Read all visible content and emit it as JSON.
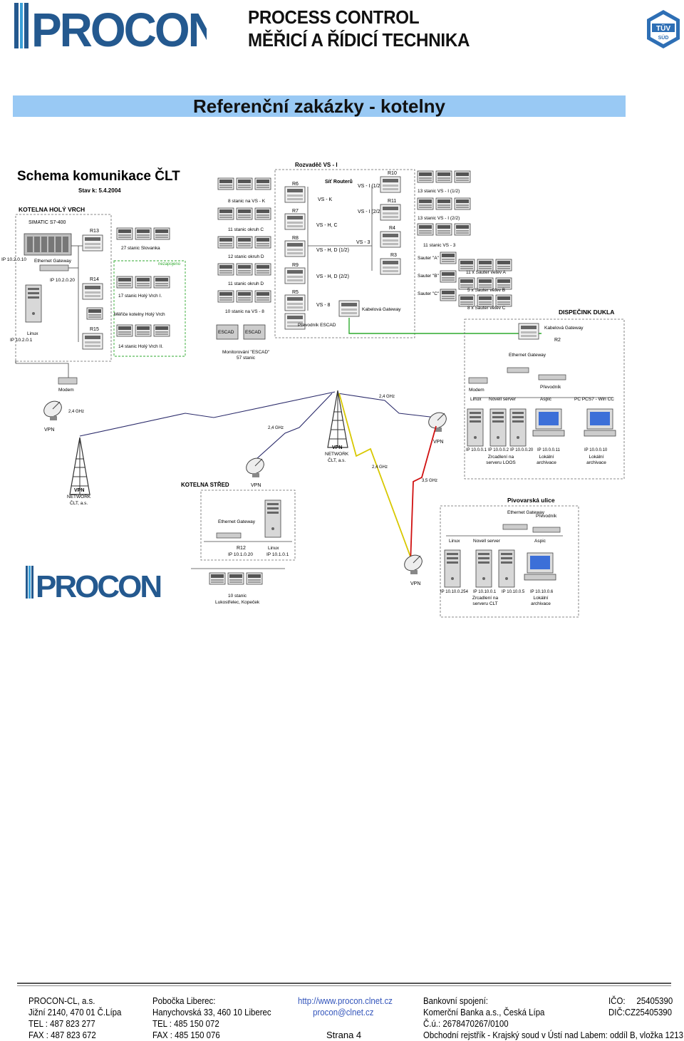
{
  "header": {
    "logo_text": "PROCON",
    "line1": "PROCESS CONTROL",
    "line2": "MĚŘICÍ A ŘÍDICÍ TECHNIKA",
    "badge": {
      "text1": "TÜV",
      "text2": "SÜD"
    }
  },
  "banner": {
    "title": "Referenční zakázky - kotelny"
  },
  "diagram": {
    "title": "Schema komunikace ČLT",
    "date": "Stav k: 5.4.2004",
    "sections": {
      "hv": "KOTELNA HOLÝ VRCH",
      "vs": "Rozvaděč VS - I",
      "dukla": "DISPEČINK DUKLA",
      "stred": "KOTELNA STŘED",
      "pivo": "Pivovarská ulice",
      "router": "Síť Routerů"
    },
    "labels": {
      "simatic": "SIMATIC S7-400",
      "eth_gw": "Ethernet Gateway",
      "ip_hv1": "IP 10.2.0.10",
      "ip_hv2": "IP 10.2.0.20",
      "linux": "Linux",
      "ip_hv_linux": "IP 10.2.0.1",
      "modem": "Modem",
      "r13": "R13",
      "r14": "R14",
      "r15": "R15",
      "s27": "27 stanic Slovanka",
      "s17": "17 stanic Holý Vrch I.",
      "mereni": "Měřiče kotelny Holý Vrch",
      "s14": "14 stanic Holý Vrch II.",
      "nezapojeno": "nezapojeno",
      "s8": "8 stanic na VS - K",
      "s11c": "11 stanic okruh C",
      "s12d": "12 stanic okruh D",
      "s11d": "11 stanic okruh D",
      "s10": "10 stanic na VS - 8",
      "escad": "ESCAD",
      "mon_escad": "Monitorování \"ESCAD\"",
      "s57": "57 stanic",
      "prevodnik_escad": "Převodník ESCAD",
      "r6": "R6",
      "r7": "R7",
      "r8": "R8",
      "r9": "R9",
      "r5": "R5",
      "r10": "R10",
      "r11": "R11",
      "r4": "R4",
      "r3": "R3",
      "vsk": "VS - K",
      "vshc": "VS - H, C",
      "vshd1": "VS - H, D (1/2)",
      "vshd2": "VS - H, D (2/2)",
      "vs8": "VS - 8",
      "vsi1": "VS - I (1/2)",
      "vsi2": "VS - I (2/2)",
      "vs3": "VS - 3",
      "kabelova": "Kabelová Gateway",
      "s13a": "13 stanic VS - I (1/2)",
      "s13b": "13 stanic VS - I (2/2)",
      "s11vs3": "11 stanic VS - 3",
      "sauter_a": "Sauter \"A\"",
      "sauter_b": "Sauter \"B\"",
      "sauter_c": "Sauter \"C\"",
      "sa11": "11 x Sauter větev A",
      "sa5": "5 x Sauter větev B",
      "sa8": "8 x Sauter větev C",
      "r2": "R2",
      "prevodnik": "Převodník",
      "novell": "Novell server",
      "aspic": "Aspic",
      "pcs7": "PC PCS7 - Win CC",
      "ip_d1": "IP 10.0.0.1",
      "ip_d2": "IP 10.0.0.2",
      "ip_d3": "IP 10.0.0.20",
      "ip_d4": "IP 10.0.0.11",
      "ip_d5": "IP 10.0.0.10",
      "zrcadleni_loos": "Zrcadlení na serveru LOOS",
      "lokalni": "Lokální archivace",
      "vpn": "VPN",
      "network": "NETWORK",
      "clt": "ČLT, a.s.",
      "ghz24": "2,4 GHz",
      "ghz35": "3,5 GHz",
      "r12": "R12",
      "ip_s1": "IP 10.1.0.20",
      "ip_s2": "IP 10.1.0.1",
      "s10luk": "10 stanic",
      "luk": "Lukostřelec, Kopeček",
      "ip_p1": "IP 10.10.0.254",
      "ip_p2": "IP 10.10.0.1",
      "ip_p3": "IP 10.10.0.5",
      "ip_p4": "IP 10.10.0.6",
      "zrcadleni_clt": "Zrcadlení na serveru CLT"
    },
    "logo_small": "PROCON"
  },
  "footer": {
    "col1": [
      "PROCON-CL, a.s.",
      "Jižní 2140, 470 01 Č.Lípa",
      "TEL : 487 823 277",
      "FAX : 487 823 672"
    ],
    "col2": [
      "Pobočka Liberec:",
      "Hanychovská 33, 460 10 Liberec",
      "TEL : 485 150 072",
      "FAX : 485 150 076"
    ],
    "col3": [
      "http://www.procon.clnet.cz",
      "procon@clnet.cz"
    ],
    "col4": [
      "Bankovní spojení:",
      "Komerční Banka a.s., Česká Lípa",
      "Č.ú.: 2678470267/0100",
      "Obchodní rejstřík - Krajský soud v Ústí nad Labem: oddíl B, vložka 1213"
    ],
    "ico_label": "IČO:",
    "ico": "25405390",
    "dic_label": "DIČ:",
    "dic": "CZ25405390",
    "page": "Strana 4"
  }
}
